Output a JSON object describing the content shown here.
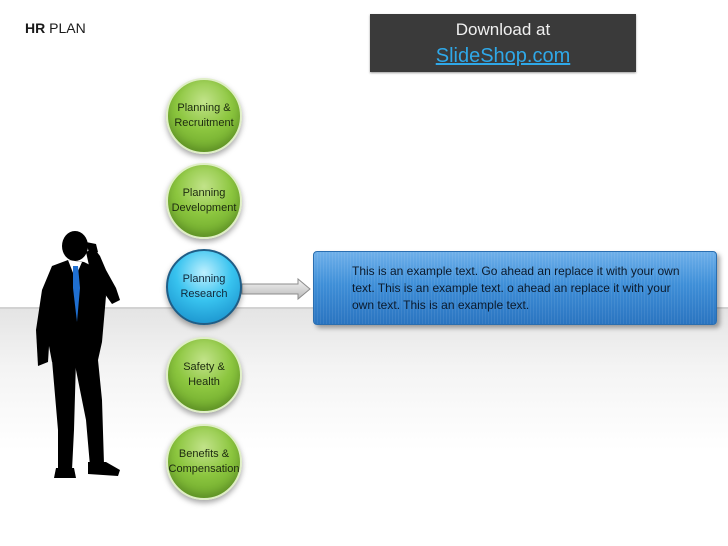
{
  "title": {
    "bold": "HR",
    "rest": " PLAN"
  },
  "banner": {
    "line1": "Download at",
    "link": "SlideShop.com"
  },
  "steps": [
    {
      "label": "Planning &\nRecruitment",
      "active": false
    },
    {
      "label": "Planning\nDevelopment",
      "active": false
    },
    {
      "label": "Planning\nResearch",
      "active": true
    },
    {
      "label": "Safety &\nHealth",
      "active": false
    },
    {
      "label": "Benefits &\nCompensation",
      "active": false
    }
  ],
  "callout": {
    "text": "This is an example text. Go ahead an replace it with your own text. This is an example text. o ahead an replace it with your own text. This is an example text."
  },
  "colors": {
    "step_green": "#8cc63f",
    "step_active_blue": "#38c3ef",
    "callout_blue": "#3f8fd8",
    "banner_bg": "#3a3a3a",
    "link_blue": "#2fa8e8"
  },
  "icons": {
    "figure": "businessman-on-phone-silhouette",
    "connector": "arrow-right"
  }
}
